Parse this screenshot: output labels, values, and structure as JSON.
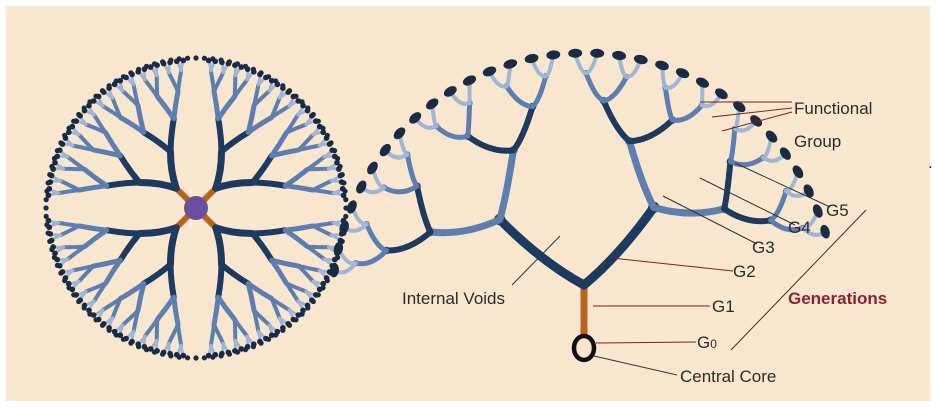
{
  "colors": {
    "background": "#f9e6cf",
    "branch_dark": "#1f3a5f",
    "branch_light": "#5d7fb0",
    "branch_pale": "#9fb6d6",
    "core_link": "#b5641c",
    "core": "#6a4f9a",
    "terminal": "#1b2b44",
    "leader_line": "#7a1f25",
    "generations_text": "#8b2330"
  },
  "labels": {
    "functional_group_line1": "Functional",
    "functional_group_line2": "Group",
    "g5": "G5",
    "g4": "G4",
    "g3": "G3",
    "g2": "G2",
    "g1": "G1",
    "g0_main": "G",
    "g0_sub": "0",
    "internal_voids": "Internal Voids",
    "generations": "Generations",
    "central_core": "Central Core"
  }
}
